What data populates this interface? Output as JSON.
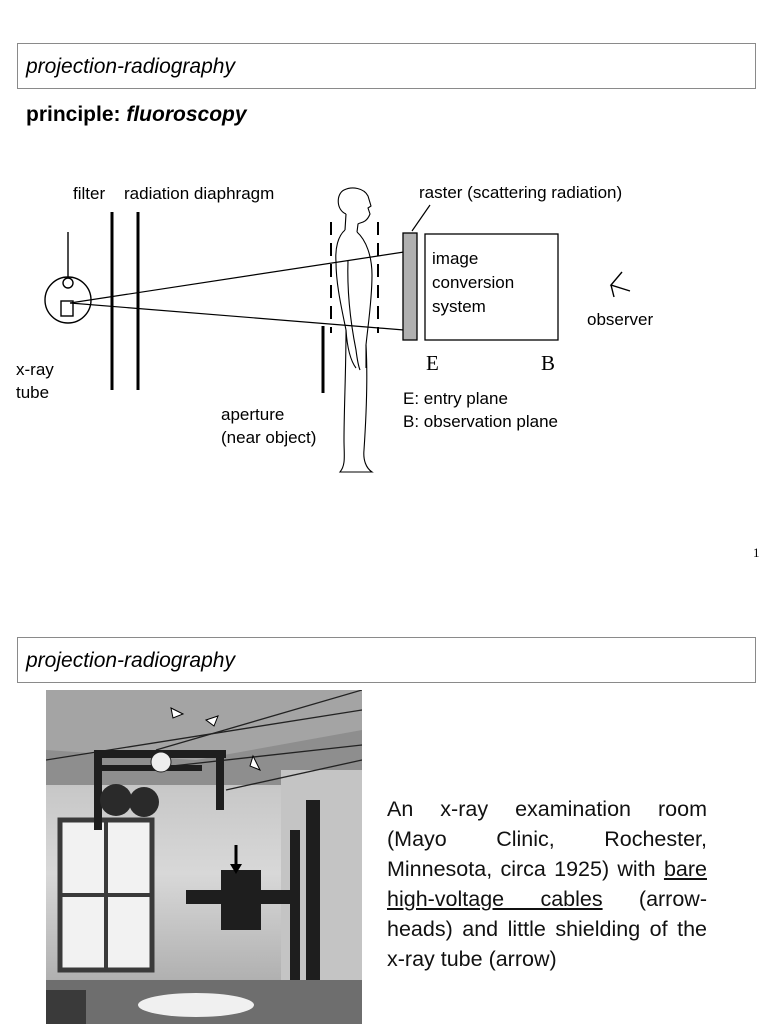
{
  "slide1": {
    "title": "projection-radiography",
    "principle_label": "principle:",
    "principle_value": "fluoroscopy",
    "labels": {
      "filter": "filter",
      "diaphragm": "radiation diaphragm",
      "raster": "raster (scattering radiation)",
      "image_line1": "image",
      "image_line2": "conversion",
      "image_line3": "system",
      "observer": "observer",
      "xray_line1": "x-ray",
      "xray_line2": "tube",
      "entry_E": "E",
      "obs_B": "B",
      "aperture_line1": "aperture",
      "aperture_line2": "(near object)",
      "legend_E": "E: entry plane",
      "legend_B": "B: observation plane"
    },
    "page_number": "1"
  },
  "slide2": {
    "title": "projection-radiography",
    "caption_part1": "An x-ray examination room (Mayo Clinic, Rochester, Minnesota, circa 1925) with",
    "caption_underlined": "bare high-voltage cables",
    "caption_part2": "(arrow-heads) and little shielding of the x-ray tube (arrow)"
  }
}
